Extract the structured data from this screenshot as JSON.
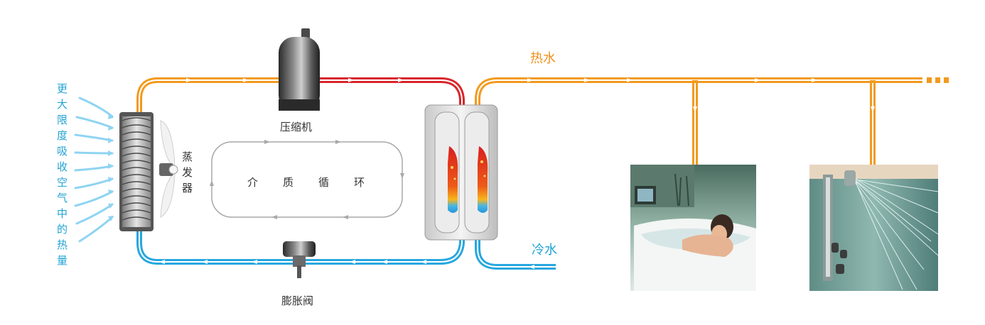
{
  "side_text": [
    "更",
    "大",
    "限",
    "度",
    "吸",
    "收",
    "空",
    "气",
    "中",
    "的",
    "热",
    "量"
  ],
  "labels": {
    "compressor": "压缩机",
    "evaporator": [
      "蒸",
      "发",
      "器"
    ],
    "expansion_valve": "膨胀阀",
    "cycle": [
      "介",
      "质",
      "循",
      "环"
    ],
    "hot_water": "热水",
    "cold_water": "冷水"
  },
  "colors": {
    "hot": "#f39a1e",
    "refrigerant_hot": "#d9262c",
    "cold": "#27a7df",
    "cycle_line": "#a8a8a8"
  },
  "icons": [
    "air-inflow-arrows-icon",
    "evaporator-coil-icon",
    "fan-blade-icon",
    "compressor-icon",
    "expansion-valve-icon",
    "water-tank-icon",
    "bathtub-photo",
    "shower-photo"
  ]
}
